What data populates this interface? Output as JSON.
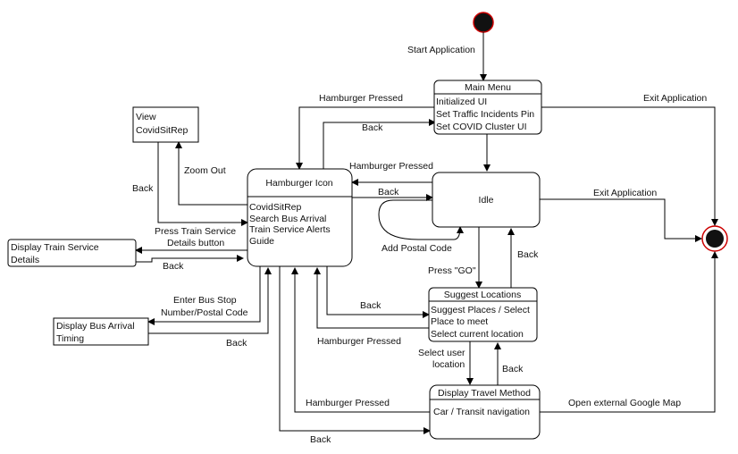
{
  "start_node": {
    "label": ""
  },
  "end_node": {
    "label": ""
  },
  "states": {
    "main_menu": {
      "title": "Main Menu",
      "lines": [
        "Initialized UI",
        "Set Traffic Incidents Pin",
        "Set COVID Cluster UI"
      ]
    },
    "idle": {
      "title": "Idle"
    },
    "hamburger": {
      "title": "Hamburger Icon",
      "lines": [
        "CovidSitRep",
        "Search Bus Arrival",
        "Train Service Alerts",
        "Guide"
      ]
    },
    "view_covid": {
      "lines": [
        "View",
        "CovidSitRep"
      ]
    },
    "train_details": {
      "lines": [
        "Display Train Service",
        "Details"
      ]
    },
    "bus_timing": {
      "lines": [
        "Display Bus Arrival",
        "Timing"
      ]
    },
    "suggest": {
      "title": "Suggest Locations",
      "lines": [
        "Suggest Places / Select",
        "Place to meet",
        "Select current location"
      ]
    },
    "travel": {
      "title": "Display Travel Method",
      "lines": [
        "Car / Transit navigation"
      ]
    }
  },
  "edges": {
    "start_application": "Start Application",
    "exit_application_top": "Exit Application",
    "exit_application_idle": "Exit Application",
    "hamburger_pressed_main": "Hamburger Pressed",
    "back_to_main": "Back",
    "hamburger_pressed_idle": "Hamburger Pressed",
    "back_to_idle": "Back",
    "add_postal_code": "Add Postal Code",
    "zoom_out": "Zoom Out",
    "back_covid": "Back",
    "press_train_1": "Press Train Service",
    "press_train_2": "Details button",
    "back_train": "Back",
    "enter_bus_1": "Enter Bus Stop",
    "enter_bus_2": "Number/Postal Code",
    "back_bus": "Back",
    "press_go": "Press \"GO\"",
    "back_idle_from_suggest": "Back",
    "back_to_suggest": "Back",
    "hamburger_pressed_suggest": "Hamburger Pressed",
    "select_user_1": "Select user",
    "select_user_2": "location",
    "back_suggest_from_travel": "Back",
    "hamburger_pressed_travel": "Hamburger Pressed",
    "back_to_travel": "Back",
    "open_google_map": "Open external Google Map"
  }
}
